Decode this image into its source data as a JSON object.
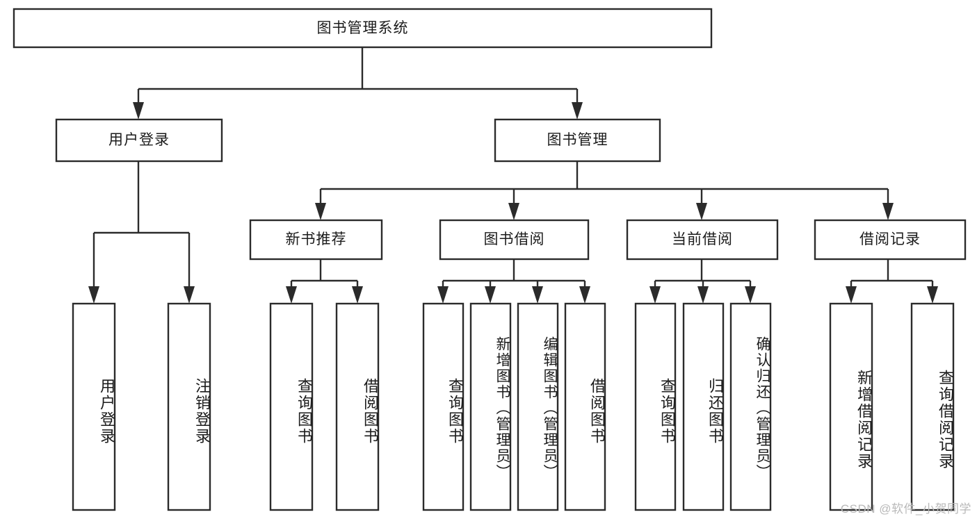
{
  "diagram": {
    "title": "图书管理系统",
    "type": "hierarchy-tree",
    "watermark": "CSDN @软件_小贺同学",
    "colors": {
      "stroke": "#2b2b2b",
      "fill": "#ffffff",
      "text": "#1b1b1b",
      "watermark": "#b9b9b9"
    },
    "nodes": {
      "root": {
        "label": "图书管理系统"
      },
      "level2": [
        {
          "label": "用户登录"
        },
        {
          "label": "图书管理"
        }
      ],
      "level3": [
        {
          "label": "新书推荐"
        },
        {
          "label": "图书借阅"
        },
        {
          "label": "当前借阅"
        },
        {
          "label": "借阅记录"
        }
      ],
      "leaves": {
        "user_login": [
          {
            "label": "用户登录"
          },
          {
            "label": "注销登录"
          }
        ],
        "new_book_recommend": [
          {
            "label": "查询图书"
          },
          {
            "label": "借阅图书"
          }
        ],
        "book_borrow": [
          {
            "label": "查询图书"
          },
          {
            "label": "新增图书（管理员）"
          },
          {
            "label": "编辑图书（管理员）"
          },
          {
            "label": "借阅图书"
          }
        ],
        "current_borrow": [
          {
            "label": "查询图书"
          },
          {
            "label": "归还图书"
          },
          {
            "label": "确认归还（管理员）"
          }
        ],
        "borrow_record": [
          {
            "label": "新增借阅记录"
          },
          {
            "label": "查询借阅记录"
          }
        ]
      }
    }
  }
}
